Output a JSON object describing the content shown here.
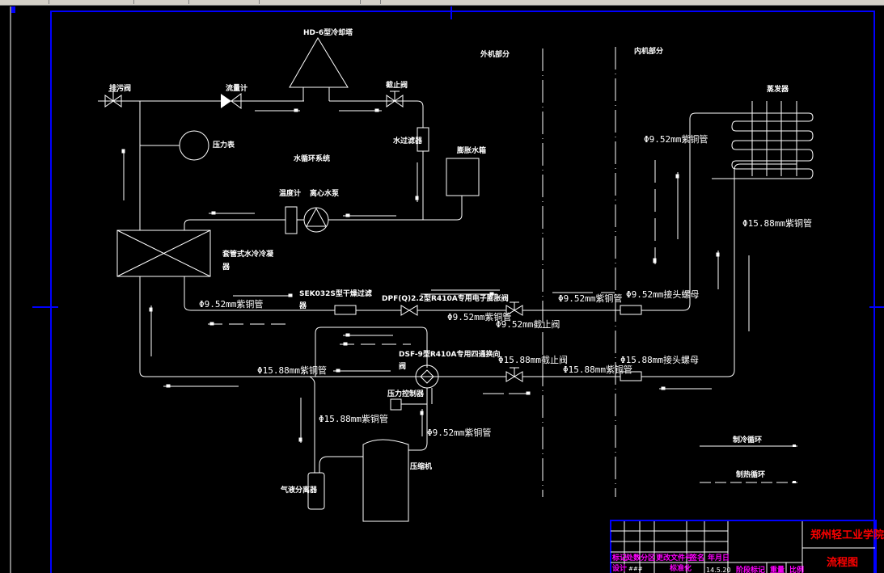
{
  "app": {
    "viewport": "cad-model-space",
    "background": "#000000",
    "frame_color": "#0000ff",
    "line_color": "#ffffff"
  },
  "diagram": {
    "sections": {
      "outdoor": "外机部分",
      "indoor": "内机部分"
    },
    "water_system": {
      "title": "水循环系统",
      "cooling_tower": "HD-6型冷却塔",
      "drain_valve": "排污阀",
      "flow_meter": "流量计",
      "stop_valve": "截止阀",
      "water_filter": "水过滤器",
      "pressure_gauge": "压力表",
      "expansion_tank": "膨胀水箱",
      "thermometer": "温度计",
      "pump": "离心水泵",
      "condenser_line1": "套管式水冷冷凝",
      "condenser_line2": "器"
    },
    "refrigerant_system": {
      "drier_line1": "SEK032S型干燥过滤",
      "drier_line2": "器",
      "expansion_valve": "DPF(Q)2.2型R410A专用电子膨胀阀",
      "four_way_line1": "DSF-9型R410A专用四通换向",
      "four_way_line2": "阀",
      "pressure_controller": "压力控制器",
      "compressor": "压缩机",
      "separator": "气液分离器",
      "evaporator": "蒸发器"
    },
    "pipe_labels": {
      "p952_left": "Φ9.52mm紫铜管",
      "p952_mid": "Φ9.52mm紫铜管",
      "p952_stop": "Φ9.52mm截止阀",
      "p952_outdoor": "Φ9.52mm紫铜管",
      "p952_nut": "Φ9.52mm接头螺母",
      "p952_indoor": "Φ9.52mm紫铜管",
      "p1588_left": "Φ15.88mm紫铜管",
      "p1588_stop": "Φ15.88mm截止阀",
      "p1588_outdoor": "Φ15.88mm紫铜管",
      "p1588_nut": "Φ15.88mm接头螺母",
      "p1588_indoor": "Φ15.88mm紫铜管",
      "p1588_suction": "Φ15.88mm紫铜管",
      "p952_discharge": "Φ9.52mm紫铜管"
    },
    "legend": {
      "cooling": "制冷循环",
      "heating": "制热循环"
    }
  },
  "title_block": {
    "school": "郑州轻工业学院",
    "drawing_name": "流程图",
    "headers": [
      "标记",
      "处数",
      "分区",
      "更改文件号",
      "签名",
      "年月日"
    ],
    "row2": {
      "design": "设计",
      "designer": "###",
      "standard": "标准化",
      "date": "14.5.20",
      "stage": "阶段标记",
      "weight": "重量",
      "scale": "比例"
    }
  }
}
